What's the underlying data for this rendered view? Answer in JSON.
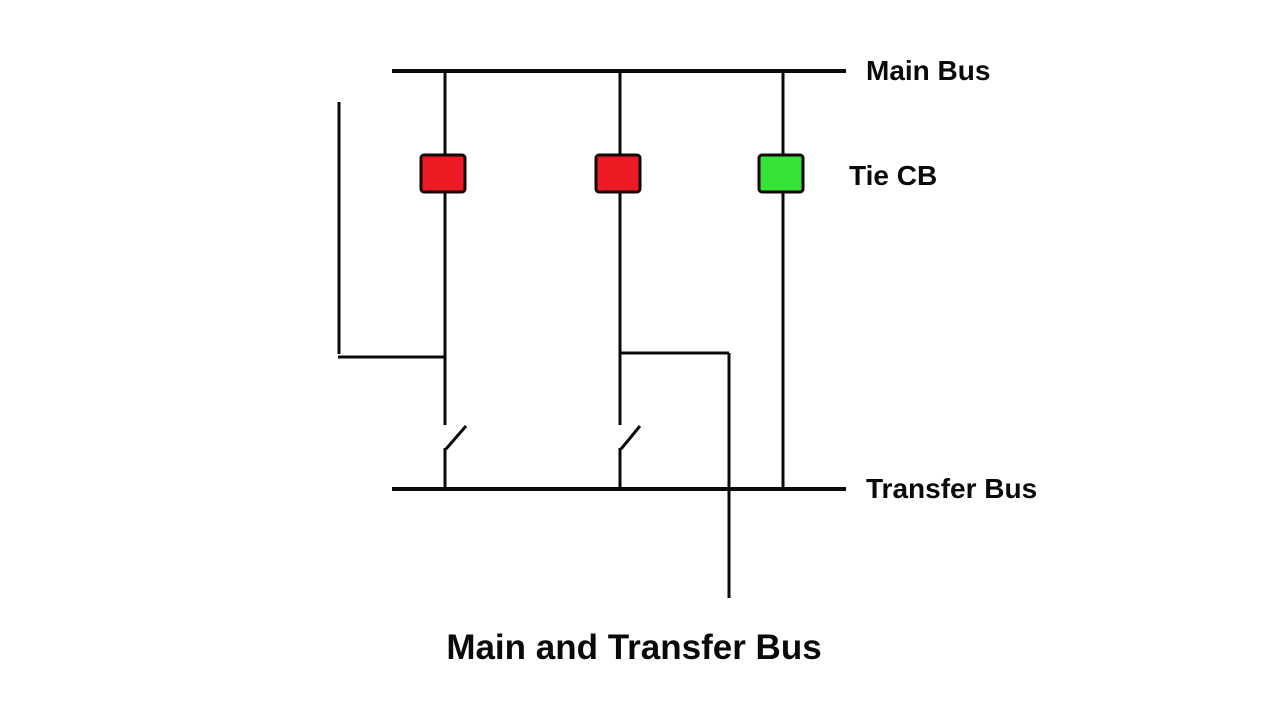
{
  "diagram": {
    "title": "Main and Transfer Bus",
    "labels": {
      "main_bus": "Main Bus",
      "tie_cb": "Tie CB",
      "transfer_bus": "Transfer Bus"
    },
    "colors": {
      "line": "#0a0a0a",
      "background": "#ffffff",
      "red_breaker": "#ed1c24",
      "green_breaker": "#36e436"
    },
    "breakers": [
      {
        "id": "feeder-breaker-1",
        "color": "#ed1c24"
      },
      {
        "id": "feeder-breaker-2",
        "color": "#ed1c24"
      },
      {
        "id": "tie-breaker",
        "color": "#36e436"
      }
    ]
  }
}
